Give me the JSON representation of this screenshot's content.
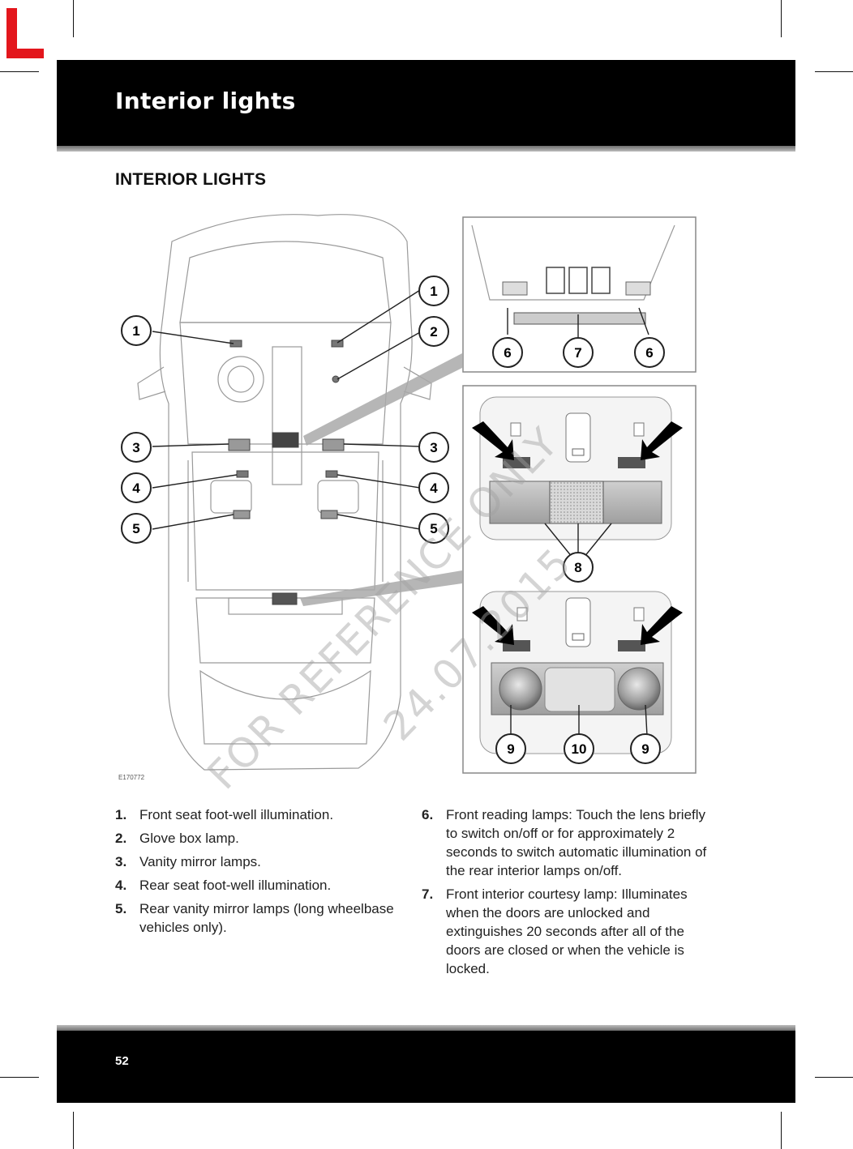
{
  "corner_mark": "L",
  "header": {
    "title": "Interior lights"
  },
  "section": {
    "title": "INTERIOR LIGHTS"
  },
  "figure": {
    "code": "E170772",
    "watermark_line1": "FOR REFERENCE ONLY",
    "watermark_line2": "24.07.2015",
    "callouts": [
      "1",
      "2",
      "3",
      "4",
      "5",
      "6",
      "7",
      "8",
      "9",
      "10"
    ]
  },
  "items_left": [
    {
      "num": "1.",
      "text": "Front seat foot-well illumination."
    },
    {
      "num": "2.",
      "text": "Glove box lamp."
    },
    {
      "num": "3.",
      "text": "Vanity mirror lamps."
    },
    {
      "num": "4.",
      "text": "Rear seat foot-well illumination."
    },
    {
      "num": "5.",
      "text": "Rear vanity mirror lamps (long wheelbase vehicles only)."
    }
  ],
  "items_right": [
    {
      "num": "6.",
      "text": "Front reading lamps: Touch the lens briefly to switch on/off or for approximately 2 seconds to switch automatic illumination of the rear interior lamps on/off."
    },
    {
      "num": "7.",
      "text": "Front interior courtesy lamp: Illuminates when the doors are unlocked and extinguishes 20 seconds after all of the doors are closed or when the vehicle is locked."
    }
  ],
  "footer": {
    "page_number": "52"
  },
  "colors": {
    "corner_mark": "#e3161c",
    "band": "#000000"
  }
}
